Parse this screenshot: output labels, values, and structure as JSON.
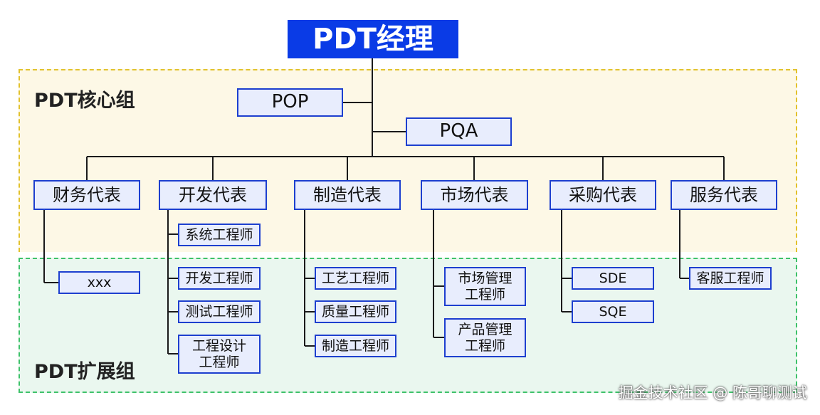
{
  "manager": "PDT经理",
  "zones": {
    "core_label": "PDT核心组",
    "ext_label": "PDT扩展组"
  },
  "core_roles": {
    "pop": "POP",
    "pqa": "PQA"
  },
  "representatives": [
    "财务代表",
    "开发代表",
    "制造代表",
    "市场代表",
    "采购代表",
    "服务代表"
  ],
  "engineers": {
    "finance": [
      "xxx"
    ],
    "dev": [
      "系统工程师",
      "开发工程师",
      "测试工程师",
      "工程设计\n工程师"
    ],
    "mfg": [
      "工艺工程师",
      "质量工程师",
      "制造工程师"
    ],
    "market": [
      "市场管理\n工程师",
      "产品管理\n工程师"
    ],
    "purchase": [
      "SDE",
      "SQE"
    ],
    "service": [
      "客服工程师"
    ]
  },
  "watermark": "掘金技术社区 @ 陈哥聊测试",
  "colors": {
    "manager_fill": "#0a3be6",
    "box_border": "#1d3fcf",
    "box_fill": "#e8edfd",
    "core_zone_border": "#e2c22d",
    "ext_zone_border": "#3ec26a"
  }
}
